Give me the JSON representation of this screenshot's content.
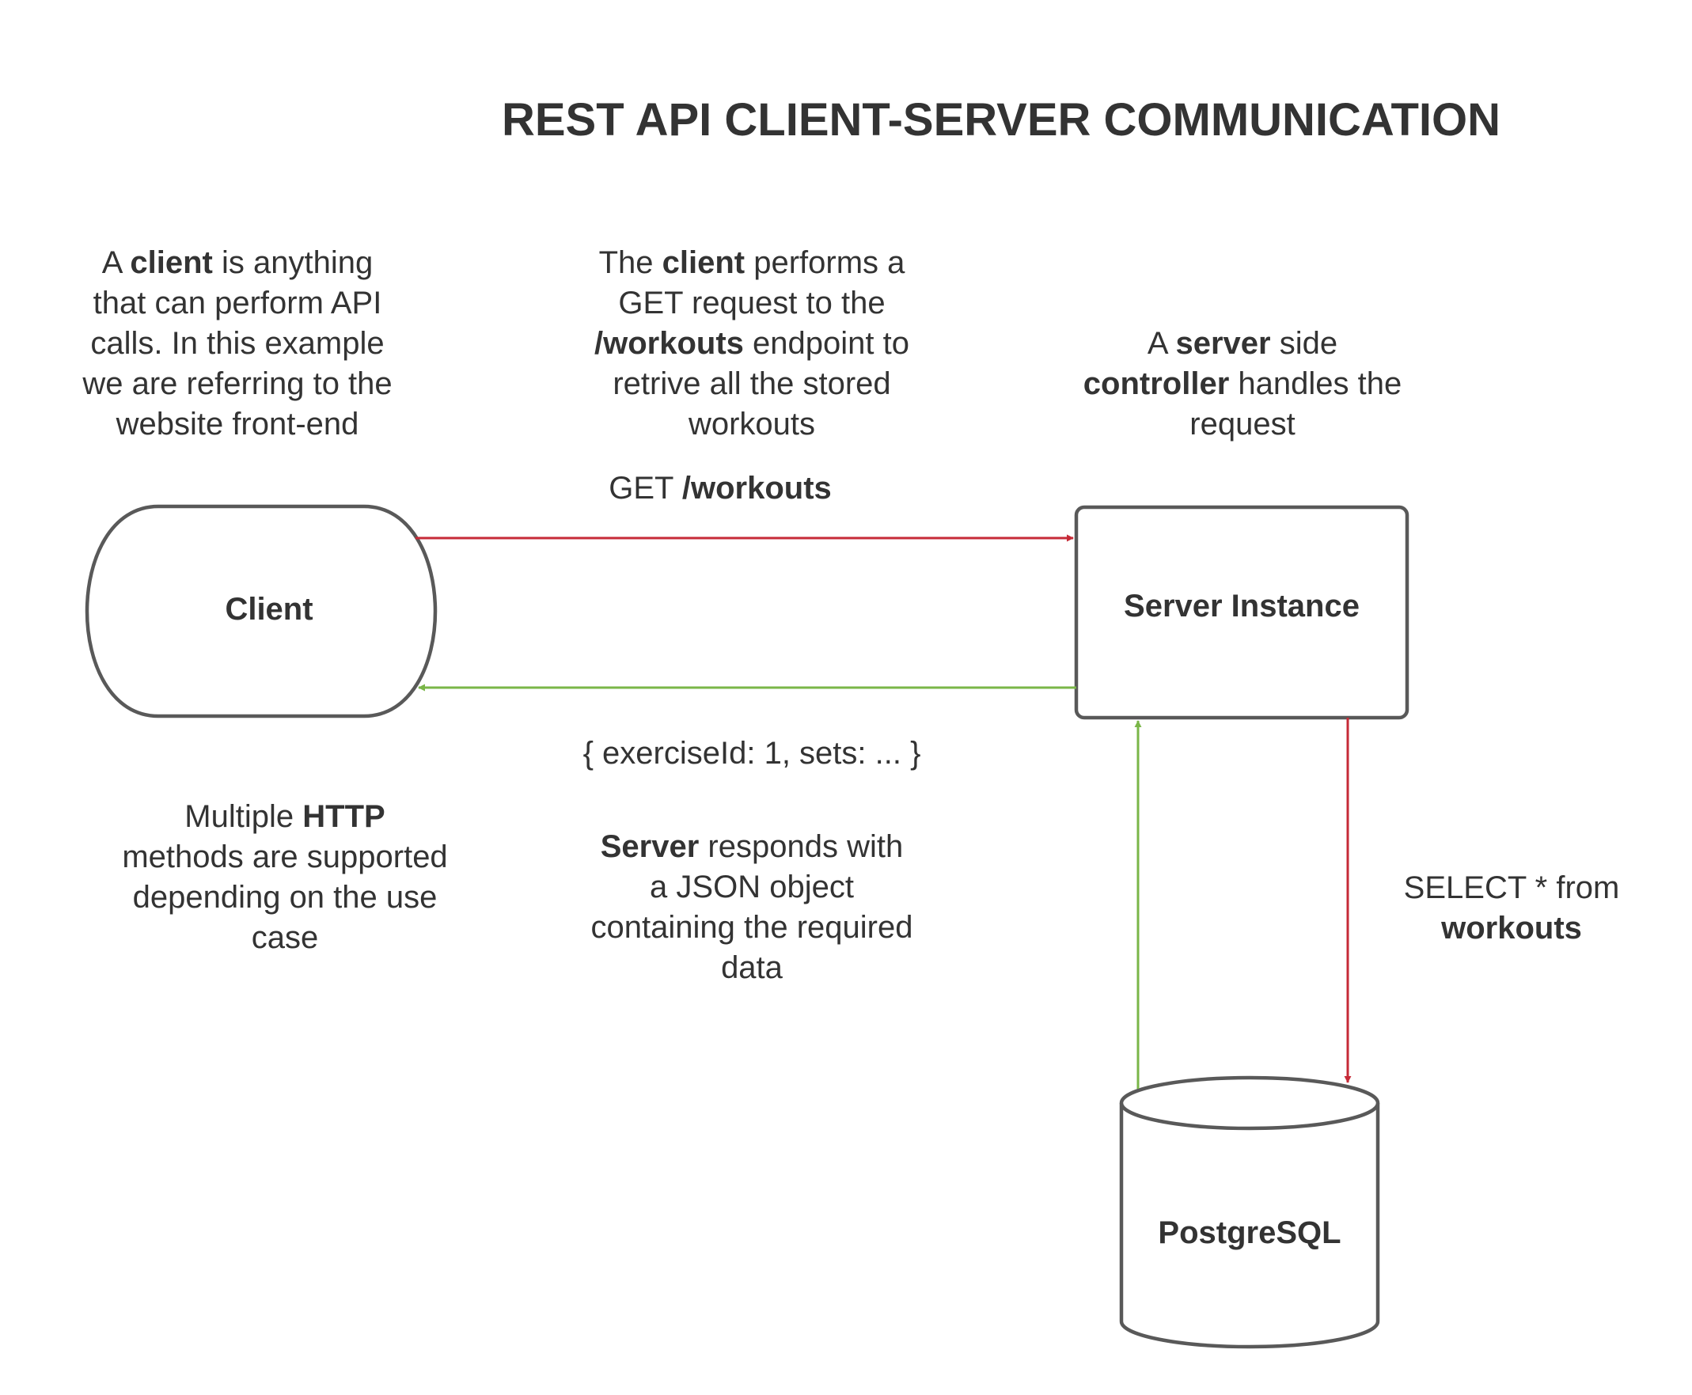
{
  "title": "REST API CLIENT-SERVER COMMUNICATION",
  "colors": {
    "request_arrow": "#c62a37",
    "response_arrow": "#7ab648",
    "shape_stroke": "#595959",
    "text": "#333333"
  },
  "nodes": {
    "client": "Client",
    "server": "Server Instance",
    "database": "PostgreSQL"
  },
  "notes": {
    "client_desc": {
      "l1a": "A ",
      "l1b": "client",
      "l1c": " is anything",
      "l2": "that can perform API",
      "l3": "calls. In this example",
      "l4": "we are referring to the",
      "l5": "website front-end"
    },
    "request_desc": {
      "l1a": "The ",
      "l1b": "client",
      "l1c": " performs a",
      "l2": "GET request to the",
      "l3a": "/workouts",
      "l3b": " endpoint to",
      "l4": "retrive all the stored",
      "l5": "workouts"
    },
    "server_desc": {
      "l1a": "A ",
      "l1b": "server",
      "l1c": " side",
      "l2a": "controller",
      "l2b": " handles the",
      "l3": "request"
    },
    "http_desc": {
      "l1a": "Multiple ",
      "l1b": "HTTP",
      "l2": "methods are supported",
      "l3": "depending on the use",
      "l4": "case"
    },
    "response_desc": {
      "l1a": "Server",
      "l1b": " responds with",
      "l2": "a JSON object",
      "l3": "containing the required",
      "l4": "data"
    }
  },
  "edges": {
    "request": {
      "a": "GET ",
      "b": "/workouts"
    },
    "response": "{ exerciseId: 1, sets: ... }",
    "query": {
      "l1": "SELECT * from",
      "l2": "workouts"
    }
  }
}
